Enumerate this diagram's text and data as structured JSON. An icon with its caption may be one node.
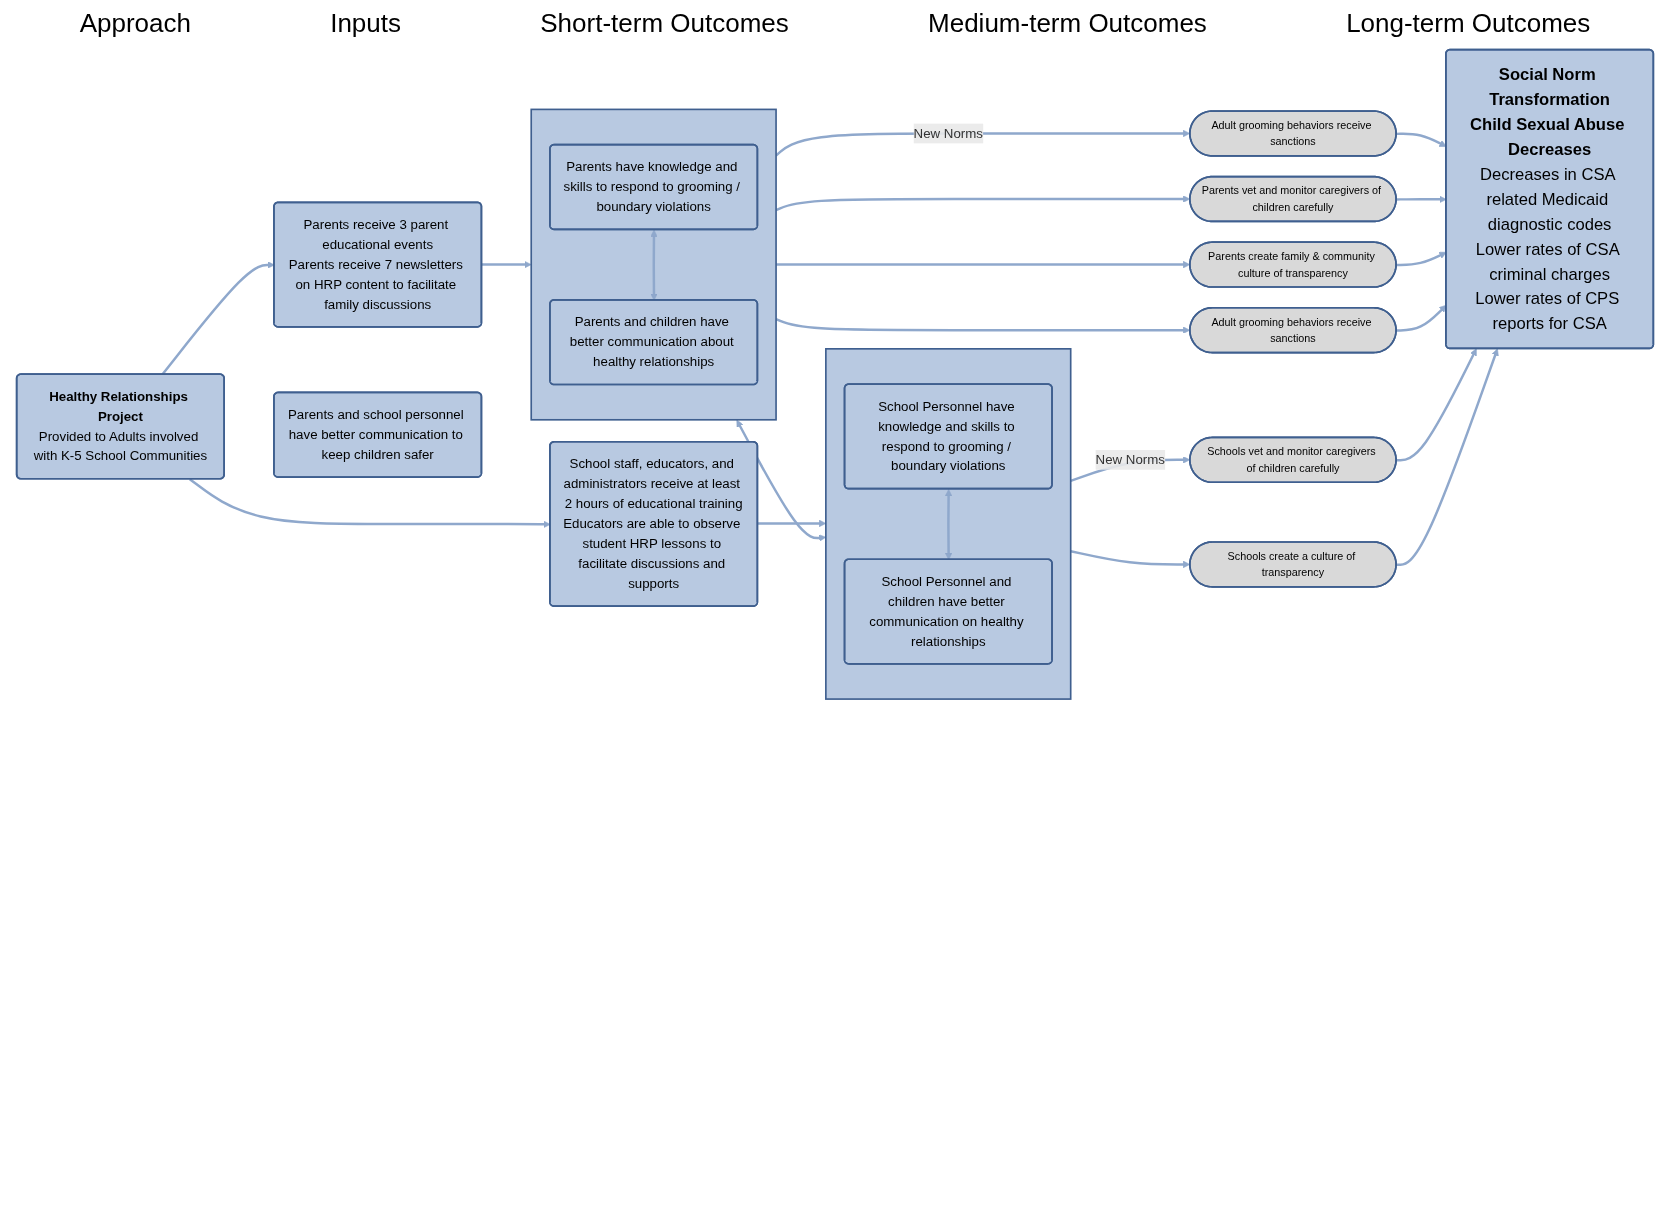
{
  "diagram": {
    "nodes": [
      {
        "text": [
          "Healthy Relationships Project",
          "Provided to Adults involved with K-5 School Communities"
        ]
      },
      {
        "text": [
          "Parents receive 3 parent educational events",
          "Parents receive 7 newsletters on HRP content to facilitate family discussions"
        ]
      },
      {
        "text": [],
        "shape": "box"
      },
      {
        "text": [
          "Parents have knowledge and skills to respond to grooming / boundary violations"
        ],
        "in": 2
      },
      {
        "text": [
          "Parents and children have better communication about healthy relationships"
        ],
        "in": 2
      },
      {
        "text": [
          "Parents and school personnel have better communication to keep children safer"
        ]
      },
      {
        "text": [
          "School staff, educators, and administrators receive at least 2 hours of educational training",
          "Educators are able to observe student HRP lessons to facilitate discussions and supports"
        ]
      },
      {
        "text": [],
        "shape": "box"
      },
      {
        "text": [
          "School Personnel have knowledge and skills to respond to grooming / boundary violations"
        ],
        "in": 7
      },
      {
        "text": [
          "School Personnel and children have better communication on healthy relationships"
        ],
        "in": 7
      },
      {
        "text": [
          "Adult grooming behaviors receive sanctions"
        ]
      },
      {
        "text": [
          "Parents vet and monitor caregivers of children carefully"
        ]
      },
      {
        "text": [
          "Parents create family & community culture of transparency"
        ]
      },
      {
        "text": [
          "Adult grooming behaviors receive sanctions"
        ]
      },
      {
        "text": [
          "Schools vet and monitor caregivers of children carefully"
        ]
      },
      {
        "text": [
          "Schools create a culture of transparency"
        ]
      },
      {
        "text": [
          "Social Norm Transformation",
          "Child Sexual Abuse Decreases",
          "Decreases in CSA related Medicaid diagnostic codes",
          "Lower rates of CSA criminal charges",
          "Lower rates of CPS reports for CSA"
        ]
      }
    ],
    "edges": [
      {
        "from": 0,
        "to": 1,
        "arrow": "to"
      },
      {
        "from": 0,
        "to": 6,
        "arrow": "to"
      },
      {
        "from": 1,
        "to": 2,
        "arrow": "to"
      },
      {
        "from": 6,
        "to": 7,
        "arrow": "to"
      },
      {
        "from": 3,
        "to": 4,
        "arrow": "both"
      },
      {
        "from": 8,
        "to": 9,
        "arrow": "both"
      },
      {
        "from": 2,
        "to": 7,
        "arrow": "both"
      },
      {
        "from": 2,
        "to": 10,
        "arrow": "to",
        "label": "New Norms"
      },
      {
        "from": 2,
        "to": 11,
        "arrow": "to"
      },
      {
        "from": 2,
        "to": 12,
        "arrow": "to"
      },
      {
        "from": 2,
        "to": 13,
        "arrow": "to"
      },
      {
        "from": 7,
        "to": 14,
        "arrow": "to",
        "label": "New Norms"
      },
      {
        "from": 7,
        "to": 15,
        "arrow": "to"
      },
      {
        "from": 10,
        "to": 16,
        "arrow": "to"
      },
      {
        "from": 11,
        "to": 16,
        "arrow": "to"
      },
      {
        "from": 12,
        "to": 16,
        "arrow": "to"
      },
      {
        "from": 13,
        "to": 16,
        "arrow": "to"
      },
      {
        "from": 14,
        "to": 16,
        "arrow": "to"
      },
      {
        "from": 15,
        "to": 16,
        "arrow": "to"
      }
    ],
    "labels": [
      "Approach",
      "Inputs",
      "Short-term Outcomes",
      "Medium-term Outcomes",
      "Long-term Outcomes"
    ]
  }
}
